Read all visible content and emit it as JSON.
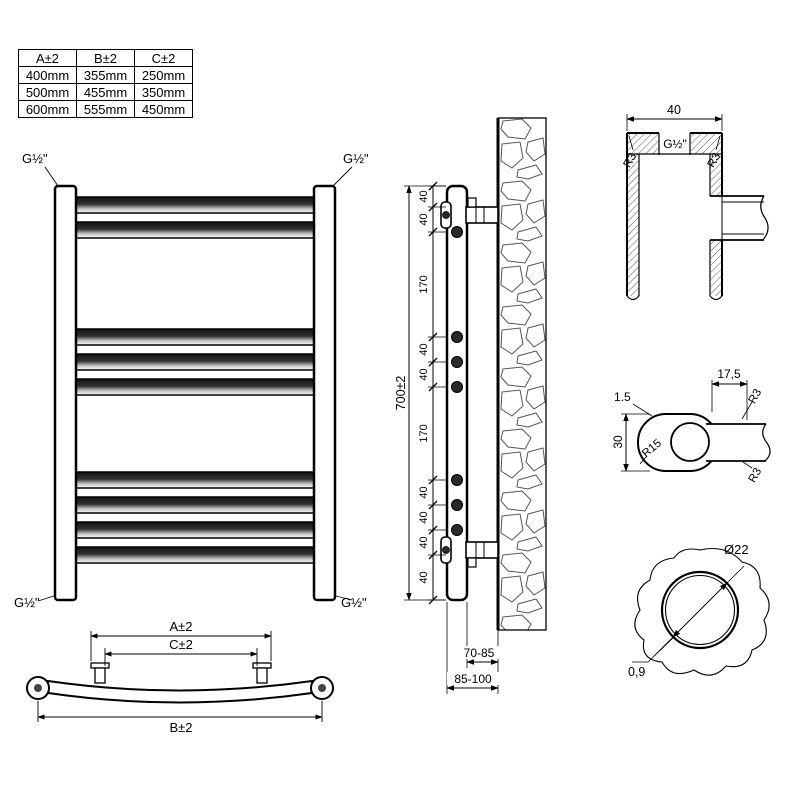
{
  "size_table": {
    "headers": [
      "A±2",
      "B±2",
      "C±2"
    ],
    "rows": [
      [
        "400mm",
        "355mm",
        "250mm"
      ],
      [
        "500mm",
        "455mm",
        "350mm"
      ],
      [
        "600mm",
        "555mm",
        "450mm"
      ]
    ]
  },
  "front_view": {
    "g_top_left": "G½\"",
    "g_top_right": "G½\"",
    "g_bottom_left": "G½\"",
    "g_bottom_right": "G½\""
  },
  "top_view": {
    "dim_a": "A±2",
    "dim_c": "C±2",
    "dim_b": "B±2"
  },
  "side_view": {
    "height": "700±2",
    "spacings": [
      "40",
      "40",
      "170",
      "40",
      "40",
      "170",
      "40",
      "40",
      "40",
      "40"
    ],
    "wall_gap_front": "70-85",
    "wall_gap_back": "85-100"
  },
  "detail_top": {
    "width": "40",
    "thread": "G½\"",
    "radius_left": "R3",
    "radius_right": "R3"
  },
  "detail_bracket": {
    "lip": "1.5",
    "depth": "17,5",
    "radius_top": "R3",
    "height": "30",
    "radius_outer": "R15",
    "radius_bottom": "R3"
  },
  "detail_tube": {
    "diameter": "Ø22",
    "wall": "0,9"
  }
}
